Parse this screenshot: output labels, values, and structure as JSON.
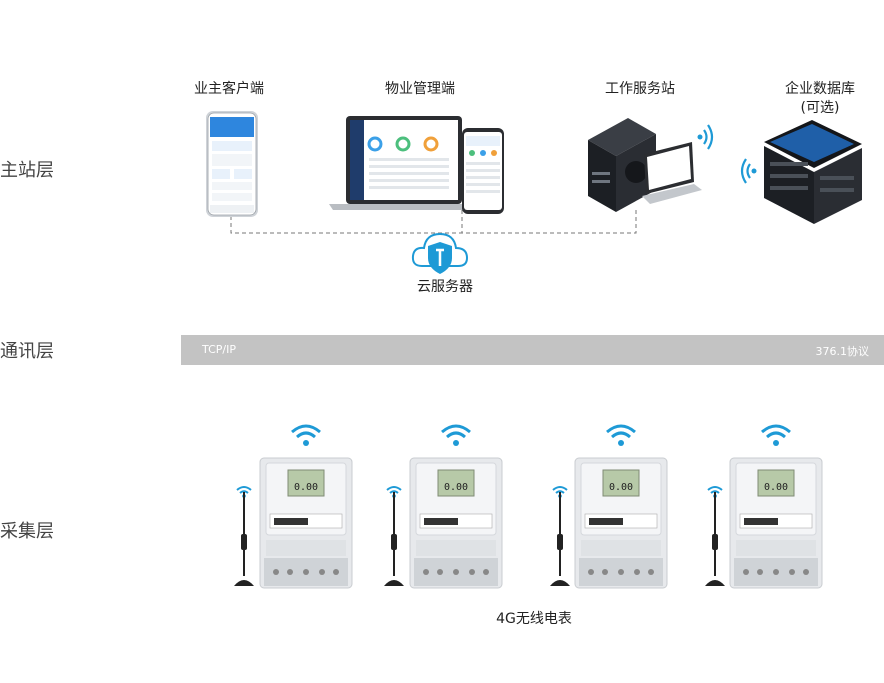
{
  "layers": {
    "master": "主站层",
    "comm": "通讯层",
    "collect": "采集层"
  },
  "nodes": {
    "owner_client": "业主客户端",
    "property_mgmt": "物业管理端",
    "workstation": "工作服务站",
    "database": "企业数据库",
    "database_note": "(可选)",
    "cloud": "云服务器"
  },
  "comm_bar": {
    "left": "TCP/IP",
    "right": "376.1协议"
  },
  "meters": {
    "caption": "4G无线电表",
    "reading": "0.00",
    "count": 4
  },
  "colors": {
    "accent": "#1e9ad6",
    "bar": "#c3c3c3",
    "server_body": "#1c1f24",
    "db_top": "#1f5fa8"
  }
}
